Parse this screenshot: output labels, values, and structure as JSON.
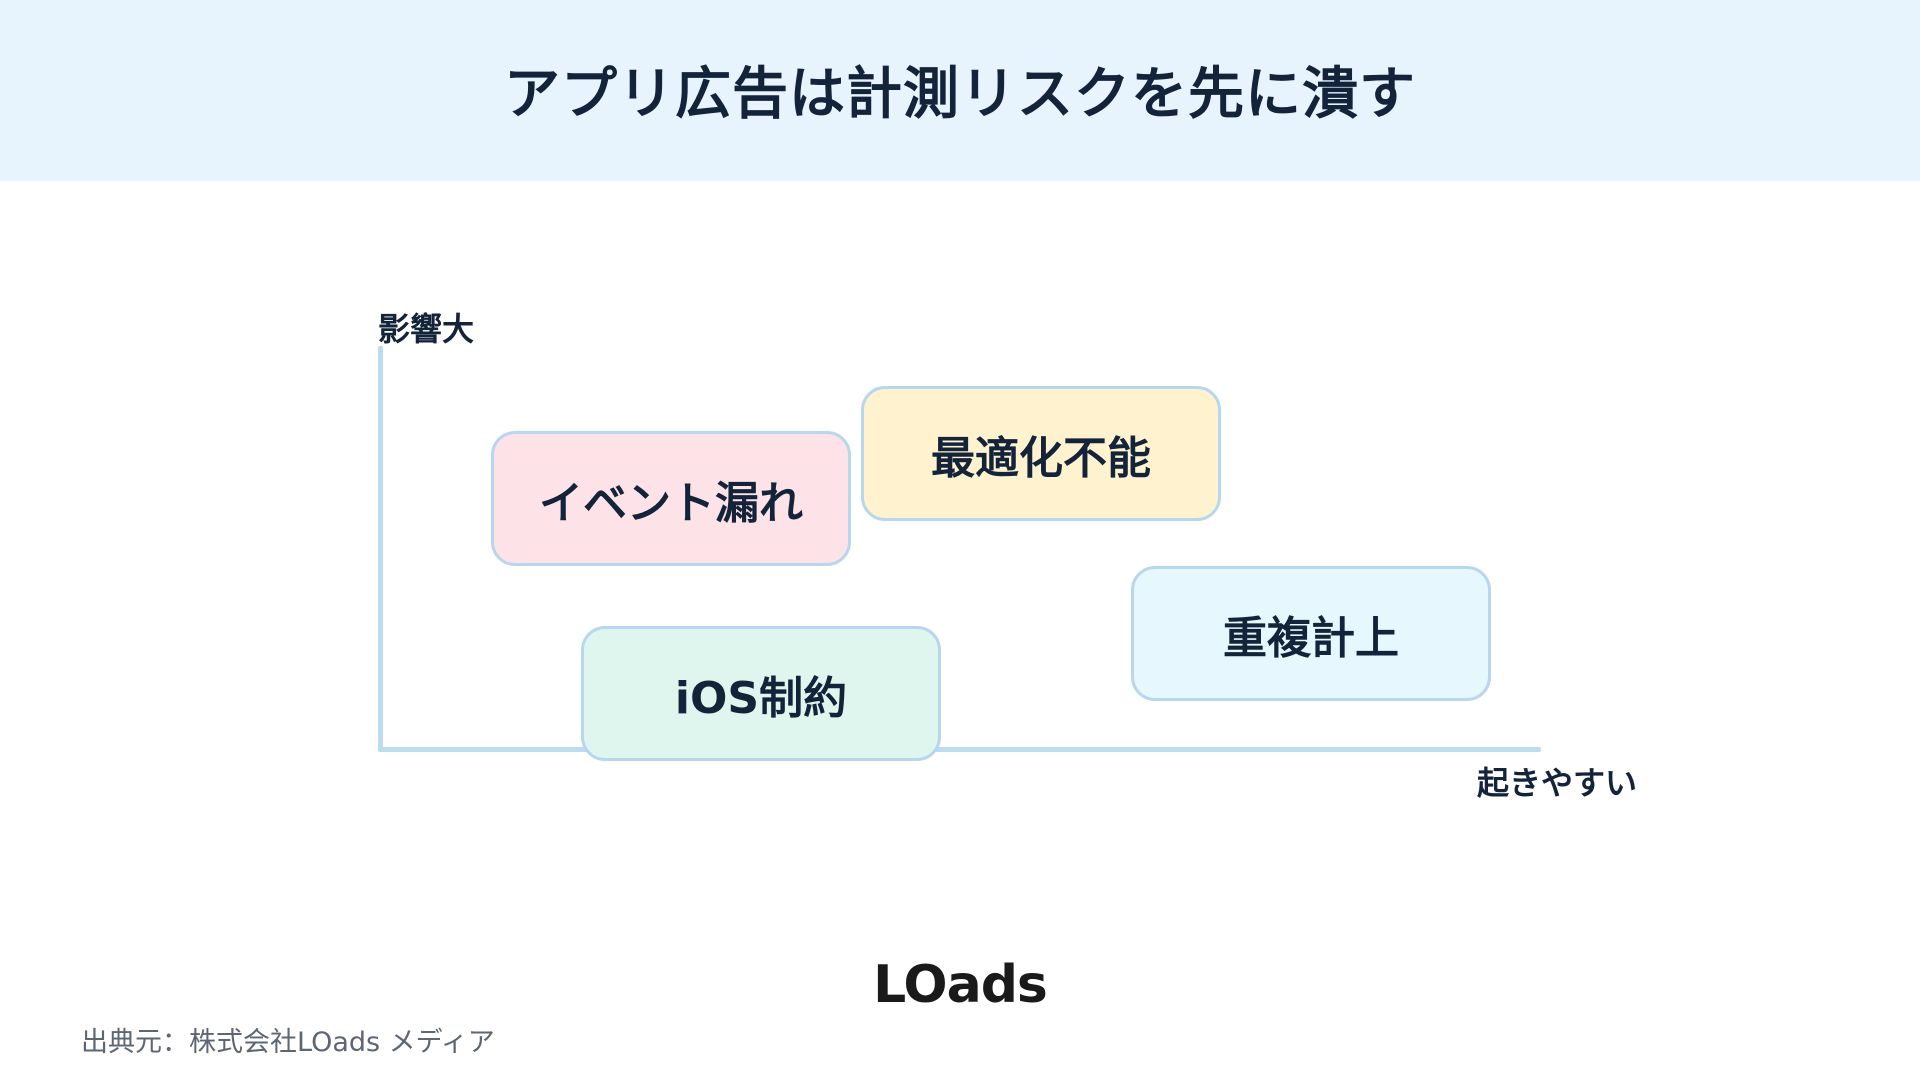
{
  "title": "アプリ広告は計測リスクを先に潰す",
  "axes": {
    "y_label": "影響大",
    "x_label": "起きやすい",
    "line_color": "#bcdcf0"
  },
  "risks": [
    {
      "label": "イベント漏れ",
      "fill": "#fde2e7"
    },
    {
      "label": "最適化不能",
      "fill": "#fff2cf"
    },
    {
      "label": "重複計上",
      "fill": "#e6f7fd"
    },
    {
      "label": "iOS制約",
      "fill": "#dff6ee"
    }
  ],
  "logo": "LOads",
  "source": "出典元：株式会社LOads メディア",
  "colors": {
    "header_bg": "#e8f4fd",
    "text": "#13233a",
    "box_border": "#b8d6ee"
  }
}
